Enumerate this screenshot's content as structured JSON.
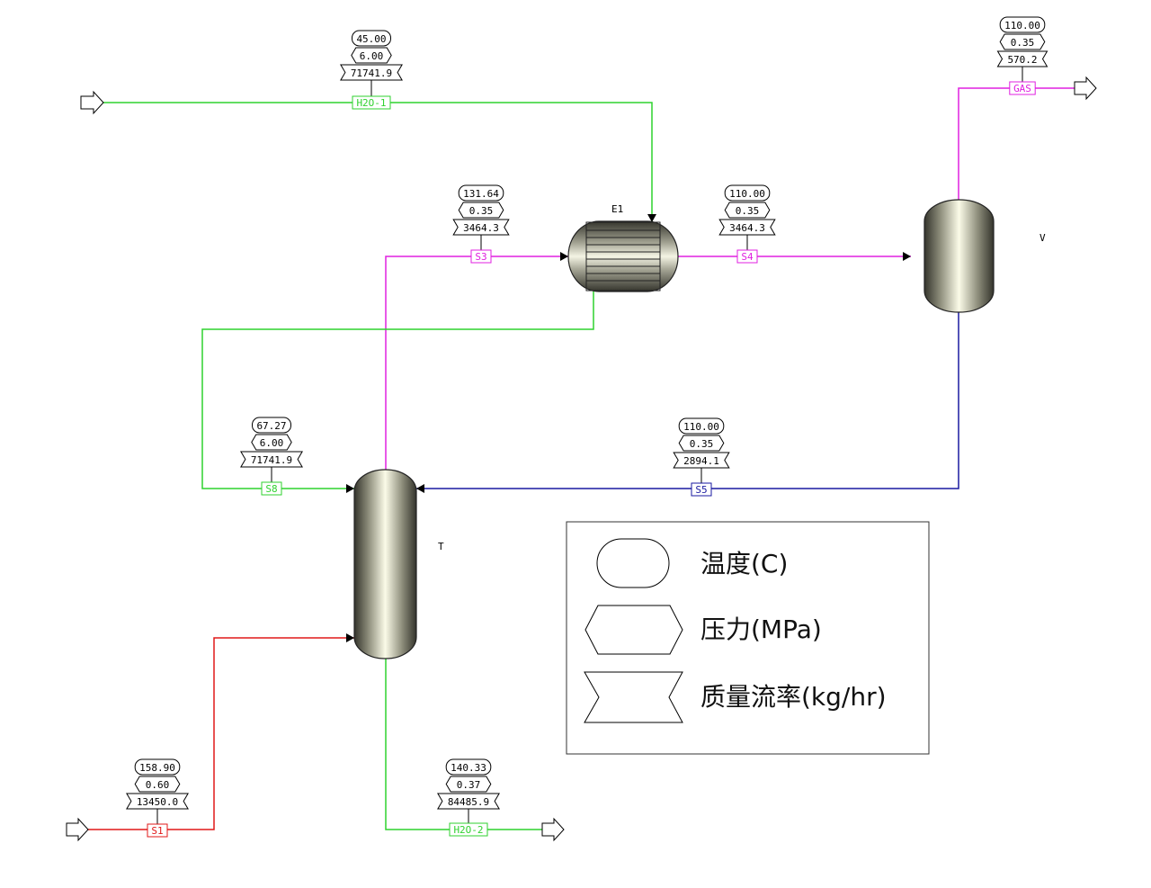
{
  "colors": {
    "green": "#2fd22f",
    "magenta": "#e020e0",
    "red": "#e01818",
    "blue": "#1a1aa0",
    "black": "#000000",
    "vessel_dark": "#3a3a30",
    "vessel_light": "#fbfbe8"
  },
  "units": [
    {
      "id": "E1",
      "label": "E1",
      "type": "heat-exchanger"
    },
    {
      "id": "V",
      "label": "V",
      "type": "flash-drum"
    },
    {
      "id": "T",
      "label": "T",
      "type": "column"
    }
  ],
  "streams": [
    {
      "id": "H2O-1",
      "label": "H2O-1",
      "color": "green",
      "temperature": "45.00",
      "pressure": "6.00",
      "mass_flow": "71741.9"
    },
    {
      "id": "S3",
      "label": "S3",
      "color": "magenta",
      "temperature": "131.64",
      "pressure": "0.35",
      "mass_flow": "3464.3"
    },
    {
      "id": "S4",
      "label": "S4",
      "color": "magenta",
      "temperature": "110.00",
      "pressure": "0.35",
      "mass_flow": "3464.3"
    },
    {
      "id": "GAS",
      "label": "GAS",
      "color": "magenta",
      "temperature": "110.00",
      "pressure": "0.35",
      "mass_flow": "570.2"
    },
    {
      "id": "S8",
      "label": "S8",
      "color": "green",
      "temperature": "67.27",
      "pressure": "6.00",
      "mass_flow": "71741.9"
    },
    {
      "id": "S5",
      "label": "S5",
      "color": "blue",
      "temperature": "110.00",
      "pressure": "0.35",
      "mass_flow": "2894.1"
    },
    {
      "id": "S1",
      "label": "S1",
      "color": "red",
      "temperature": "158.90",
      "pressure": "0.60",
      "mass_flow": "13450.0"
    },
    {
      "id": "H2O-2",
      "label": "H2O-2",
      "color": "green",
      "temperature": "140.33",
      "pressure": "0.37",
      "mass_flow": "84485.9"
    }
  ],
  "legend": {
    "temperature_label": "温度(C)",
    "pressure_label": "压力(MPa)",
    "mass_flow_label": "质量流率(kg/hr)"
  }
}
